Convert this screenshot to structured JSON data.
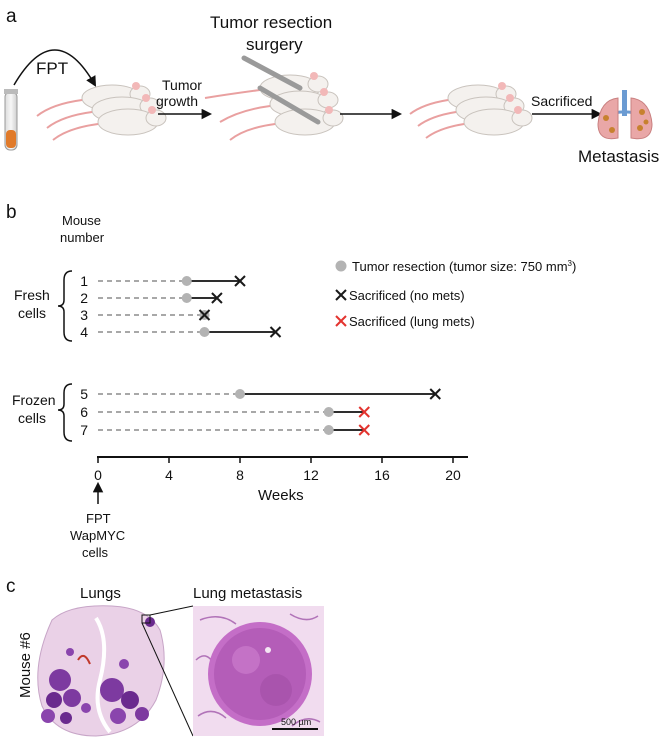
{
  "panels": {
    "a": {
      "label": "a",
      "fpt": "FPT",
      "surgery_line1": "Tumor resection",
      "surgery_line2": "surgery",
      "growth_line1": "Tumor",
      "growth_line2": "growth",
      "sacrificed": "Sacrificed",
      "metastasis": "Metastasis"
    },
    "b": {
      "label": "b",
      "mouse_header_line1": "Mouse",
      "mouse_header_line2": "number",
      "group_fresh_line1": "Fresh",
      "group_fresh_line2": "cells",
      "group_frozen_line1": "Frozen",
      "group_frozen_line2": "cells",
      "xlabel": "Weeks",
      "annotation_line1": "FPT",
      "annotation_line2": "WapMYC",
      "annotation_line3": "cells",
      "legend": {
        "resection_prefix": "Tumor resection (tumor size: 750 mm",
        "resection_sup": "3",
        "resection_suffix": ")",
        "no_mets": "Sacrificed (no mets)",
        "lung_mets": "Sacrificed (lung mets)"
      }
    },
    "c": {
      "label": "c",
      "lungs_title": "Lungs",
      "met_title": "Lung metastasis",
      "row_label": "Mouse #6",
      "scale_bar": "500 µm"
    }
  },
  "colors": {
    "resection_dot": "#b3b3b3",
    "no_mets_marker": "#1a1a1a",
    "lung_mets_marker": "#e3342f",
    "dashed_line": "#8c8c8c",
    "tissue_pink": "#e7c8e3",
    "tissue_purple": "#7d3aa0"
  },
  "chart_data": {
    "type": "timeline",
    "xlabel": "Weeks",
    "xlim": [
      0,
      21
    ],
    "xticks": [
      0,
      4,
      8,
      12,
      16,
      20
    ],
    "mice": [
      {
        "mouse": "1",
        "group": "Fresh cells",
        "resection_week": 5,
        "sacrifice_week": 8,
        "outcome": "no mets"
      },
      {
        "mouse": "2",
        "group": "Fresh cells",
        "resection_week": 5,
        "sacrifice_week": 6.7,
        "outcome": "no mets"
      },
      {
        "mouse": "3",
        "group": "Fresh cells",
        "resection_week": 6,
        "sacrifice_week": 6,
        "outcome": "no mets"
      },
      {
        "mouse": "4",
        "group": "Fresh cells",
        "resection_week": 6,
        "sacrifice_week": 10,
        "outcome": "no mets"
      },
      {
        "mouse": "5",
        "group": "Frozen cells",
        "resection_week": 8,
        "sacrifice_week": 19,
        "outcome": "no mets"
      },
      {
        "mouse": "6",
        "group": "Frozen cells",
        "resection_week": 13,
        "sacrifice_week": 15,
        "outcome": "lung mets"
      },
      {
        "mouse": "7",
        "group": "Frozen cells",
        "resection_week": 13,
        "sacrifice_week": 15,
        "outcome": "lung mets"
      }
    ]
  }
}
